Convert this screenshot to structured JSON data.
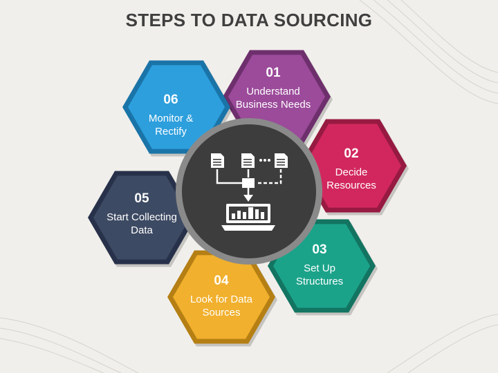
{
  "title": "STEPS TO DATA SOURCING",
  "steps": [
    {
      "number": "01",
      "lines": [
        "Understand",
        "Business Needs"
      ],
      "color": "#9b4b9a",
      "dark": "#6e2f6d"
    },
    {
      "number": "02",
      "lines": [
        "Decide",
        "Resources"
      ],
      "color": "#d2275e",
      "dark": "#961a41"
    },
    {
      "number": "03",
      "lines": [
        "Set Up",
        "Structures"
      ],
      "color": "#1ba38a",
      "dark": "#127461"
    },
    {
      "number": "04",
      "lines": [
        "Look for Data",
        "Sources"
      ],
      "color": "#f1b02d",
      "dark": "#b57f14"
    },
    {
      "number": "05",
      "lines": [
        "Start Collecting",
        "Data"
      ],
      "color": "#3d4a63",
      "dark": "#27314a"
    },
    {
      "number": "06",
      "lines": [
        "Monitor &",
        "Rectify"
      ],
      "color": "#2d9fdd",
      "dark": "#1a74a8"
    }
  ],
  "center": {
    "icon": "data-sourcing-icon",
    "bg": "#3d3d3d",
    "ring": "#8a8a8a"
  }
}
